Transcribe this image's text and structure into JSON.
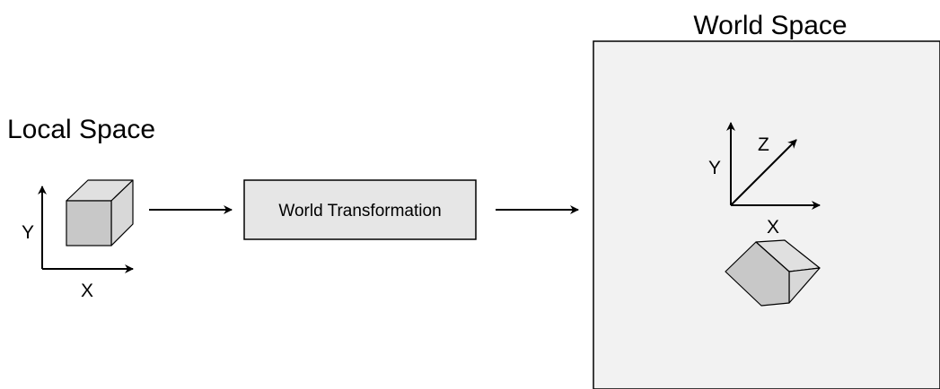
{
  "local_space": {
    "title": "Local Space",
    "axis_y_label": "Y",
    "axis_x_label": "X"
  },
  "transformation": {
    "label": "World Transformation"
  },
  "world_space": {
    "title": "World Space",
    "axis_y_label": "Y",
    "axis_z_label": "Z",
    "axis_x_label": "X"
  },
  "colors": {
    "world_panel_fill": "#f2f2f2",
    "box_fill": "#e6e6e6",
    "cube_front": "#c8c8c8",
    "cube_side": "#d8d8d8",
    "stroke": "#000000"
  }
}
